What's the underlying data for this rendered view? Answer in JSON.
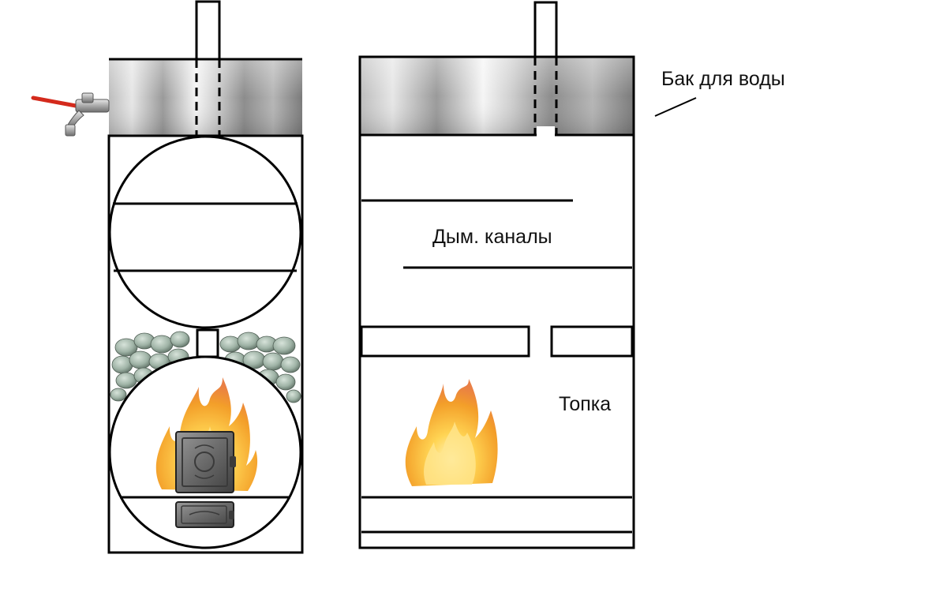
{
  "labels": {
    "water_tank": "Бак для воды",
    "smoke_channels": "Дым. каналы",
    "firebox": "Топка"
  },
  "colors": {
    "outline": "#000000",
    "background": "#ffffff",
    "steel_dark": "#8a8a8a",
    "steel_light": "#f2f2f2",
    "valve_handle": "#d42a1c",
    "brass_tap": "#b8b8b8",
    "stone": "#9fb3a6",
    "flame_outer": "#f39a1e",
    "flame_inner": "#ffd24a",
    "cast_iron": "#6f6f6f"
  },
  "icons": {
    "water_tap": "water-tap-icon",
    "stones": "sauna-stones-icon",
    "fire": "fire-icon",
    "door": "cast-iron-door-icon"
  }
}
